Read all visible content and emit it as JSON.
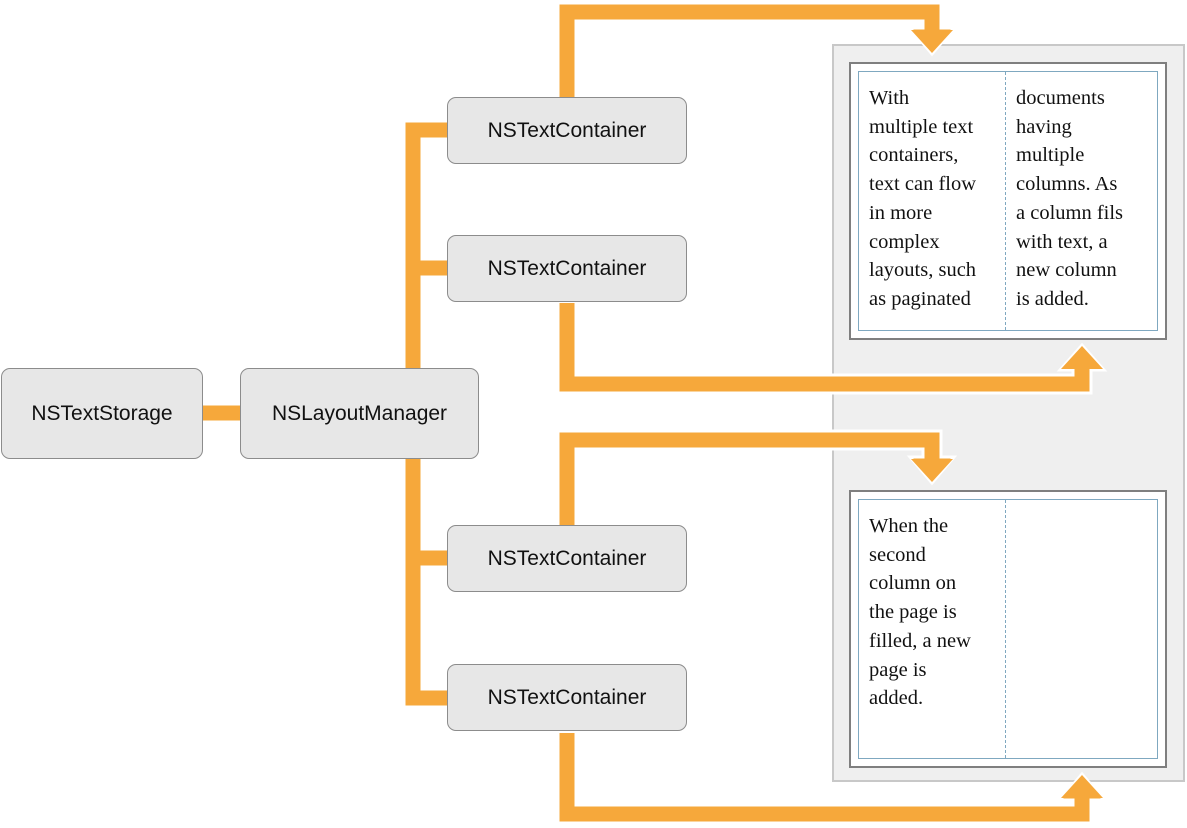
{
  "colors": {
    "connector": "#f6a83b",
    "node_fill": "#e7e7e7",
    "panel_fill": "#efefef",
    "column_guide": "#7fa8c0"
  },
  "nodes": {
    "text_storage": "NSTextStorage",
    "layout_manager": "NSLayoutManager",
    "containers": [
      "NSTextContainer",
      "NSTextContainer",
      "NSTextContainer",
      "NSTextContainer"
    ]
  },
  "pages": [
    {
      "left_column": "With\nmultiple text\ncontainers,\ntext can flow\nin more\ncomplex\nlayouts, such\nas paginated",
      "right_column": "documents\nhaving\nmultiple\ncolumns. As\na column fils\nwith text, a\nnew column\nis added."
    },
    {
      "left_column": "When the\nsecond\ncolumn on\nthe page is\nfilled, a new\npage is\nadded.",
      "right_column": ""
    }
  ]
}
